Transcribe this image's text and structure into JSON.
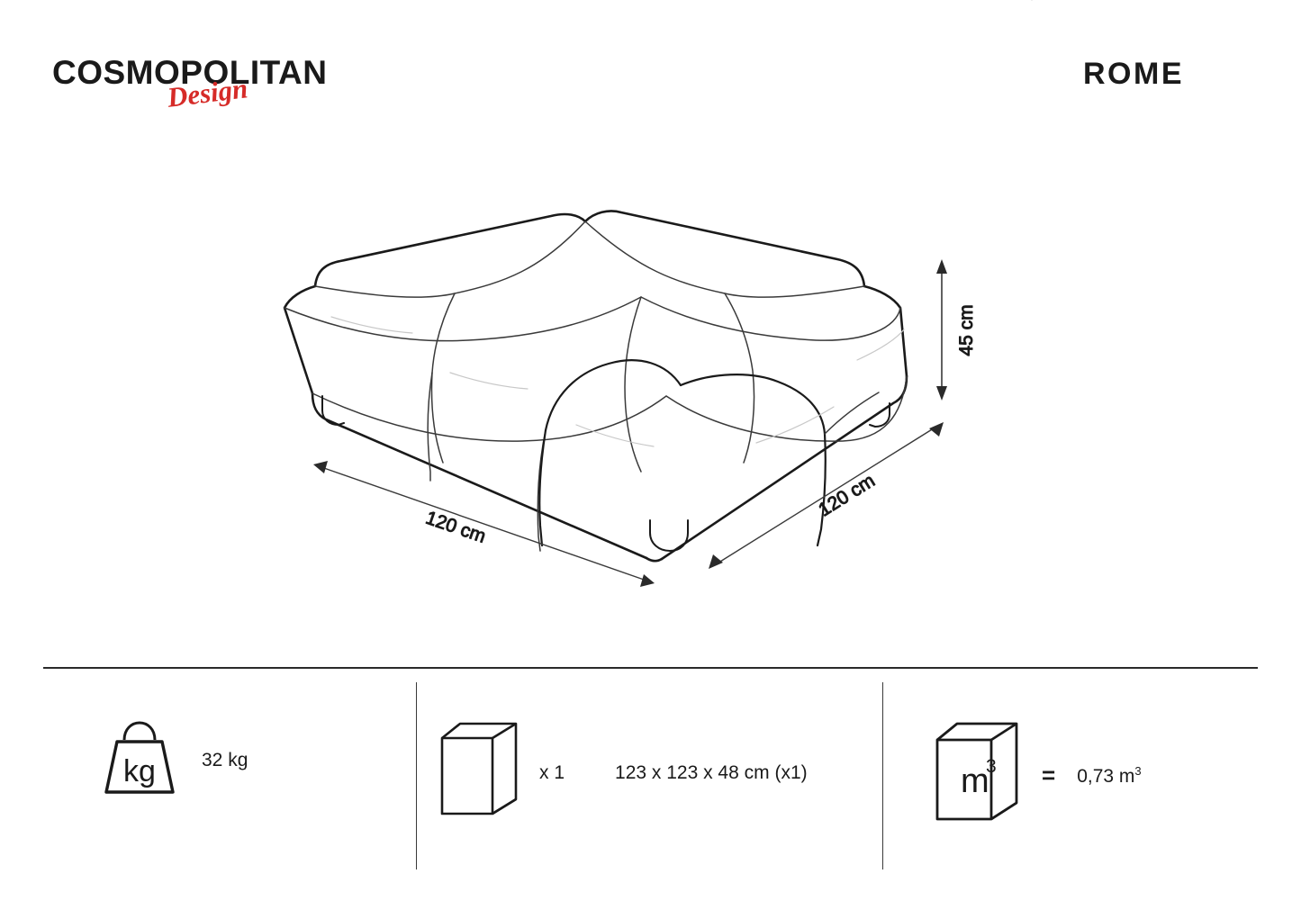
{
  "header": {
    "brand_wordmark": "COSMOPOLITAN",
    "brand_script": "Design",
    "model_title": "ROME"
  },
  "colors": {
    "ink": "#1a1a1a",
    "brand_red": "#d62b28",
    "line": "#2a2a2a"
  },
  "product": {
    "type": "tufted-square-ottoman",
    "dimensions": {
      "height_label": "45 cm",
      "width_label": "120 cm",
      "depth_label": "120 cm"
    }
  },
  "specs": {
    "weight": {
      "icon_name": "weight-kg-icon",
      "icon_label": "kg",
      "value": "32 kg"
    },
    "package": {
      "icon_name": "package-box-icon",
      "count": "x 1",
      "dimensions": "123 x 123 x 48 cm (x1)"
    },
    "volume": {
      "icon_name": "volume-box-icon",
      "icon_label_base": "m",
      "icon_label_exponent": "3",
      "equals": "=",
      "value_number": "0,73 m",
      "value_exponent": "3"
    }
  }
}
